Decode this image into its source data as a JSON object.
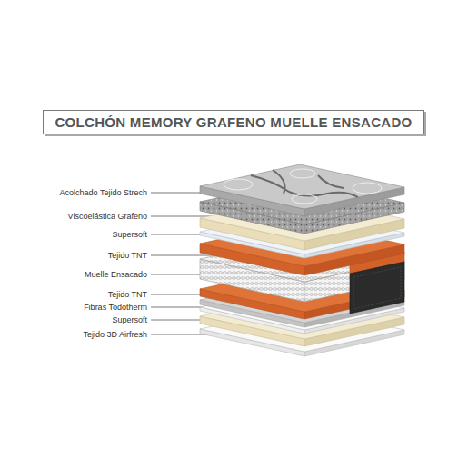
{
  "diagram": {
    "title": "COLCHÓN MEMORY GRAFENO MUELLE ENSACADO",
    "labels": [
      "Acolchado Tejido Strech",
      "Viscoelástica Grafeno",
      "Supersoft",
      "Tejido TNT",
      "Muelle Ensacado",
      "Tejido TNT",
      "Fibras Todotherm",
      "Supersoft",
      "Tejido 3D Airfresh"
    ]
  }
}
